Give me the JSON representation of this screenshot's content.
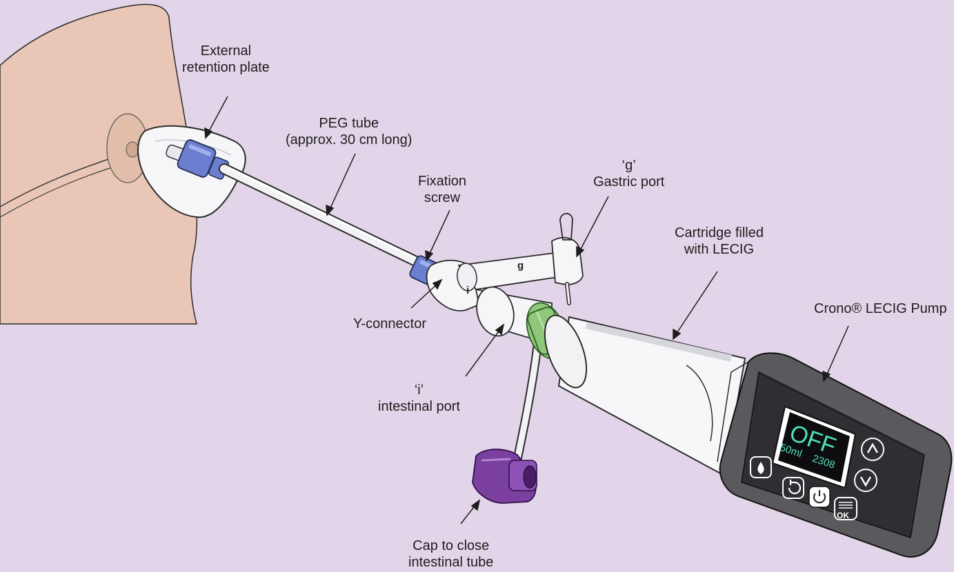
{
  "labels": {
    "retention_plate": [
      "External",
      "retention plate"
    ],
    "peg_tube": [
      "PEG tube",
      "(approx. 30 cm long)"
    ],
    "fixation_screw": [
      "Fixation",
      "screw"
    ],
    "gastric_port": [
      "‘g’",
      "Gastric port"
    ],
    "cartridge": [
      "Cartridge filled",
      "with LECIG"
    ],
    "pump": "Crono® LECIG Pump",
    "y_connector": "Y-connector",
    "intestinal_port": [
      "‘i’",
      "intestinal port"
    ],
    "cap": [
      "Cap to close",
      "intestinal tube"
    ]
  },
  "connector_marks": {
    "g": "g",
    "i": "i"
  },
  "screen": {
    "status": "OFF",
    "volume": "50ml",
    "time": "2308"
  },
  "buttons": {
    "ok": "OK"
  },
  "colors": {
    "background": "#e3d5e9",
    "skin": "#e9c6b5",
    "fixation_blue": "#6b7ed0",
    "green_collar": "#8fc77b",
    "purple_cap": "#7b3fa0",
    "pump_body": "#3a3a3a",
    "screen_text": "#4ee0b6"
  }
}
